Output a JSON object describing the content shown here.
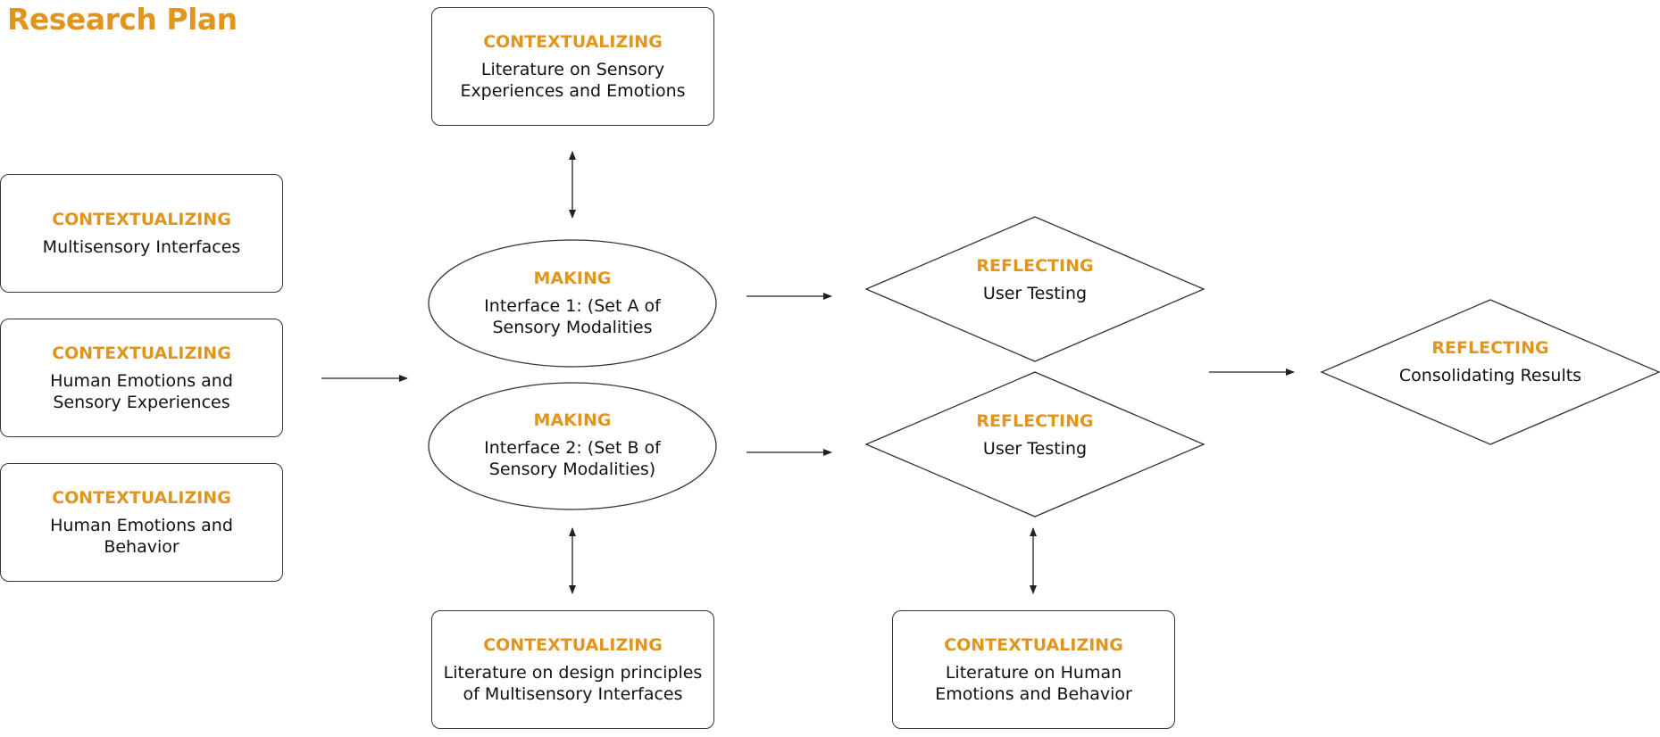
{
  "title": "Research Plan",
  "nodes": {
    "ctx_sensory_lit": {
      "label": "CONTEXTUALIZING",
      "text": "Literature on Sensory Experiences and Emotions"
    },
    "ctx_multisensory": {
      "label": "CONTEXTUALIZING",
      "text": "Multisensory Interfaces"
    },
    "ctx_emotions_sensory": {
      "label": "CONTEXTUALIZING",
      "text": "Human Emotions and Sensory Experiences"
    },
    "ctx_emotions_behavior": {
      "label": "CONTEXTUALIZING",
      "text": "Human Emotions and Behavior"
    },
    "making_1": {
      "label": "MAKING",
      "text": "Interface 1: (Set A of Sensory Modalities"
    },
    "making_2": {
      "label": "MAKING",
      "text": "Interface 2: (Set B of Sensory Modalities)"
    },
    "ctx_design_lit": {
      "label": "CONTEXTUALIZING",
      "text": "Literature on design principles of Multisensory Interfaces"
    },
    "reflect_1": {
      "label": "REFLECTING",
      "text": "User Testing"
    },
    "reflect_2": {
      "label": "REFLECTING",
      "text": "User Testing"
    },
    "ctx_behavior_lit": {
      "label": "CONTEXTUALIZING",
      "text": "Literature on Human Emotions and Behavior"
    },
    "reflect_final": {
      "label": "REFLECTING",
      "text": "Consolidating Results"
    }
  },
  "colors": {
    "accent": "#E0951F",
    "line": "#222222"
  }
}
